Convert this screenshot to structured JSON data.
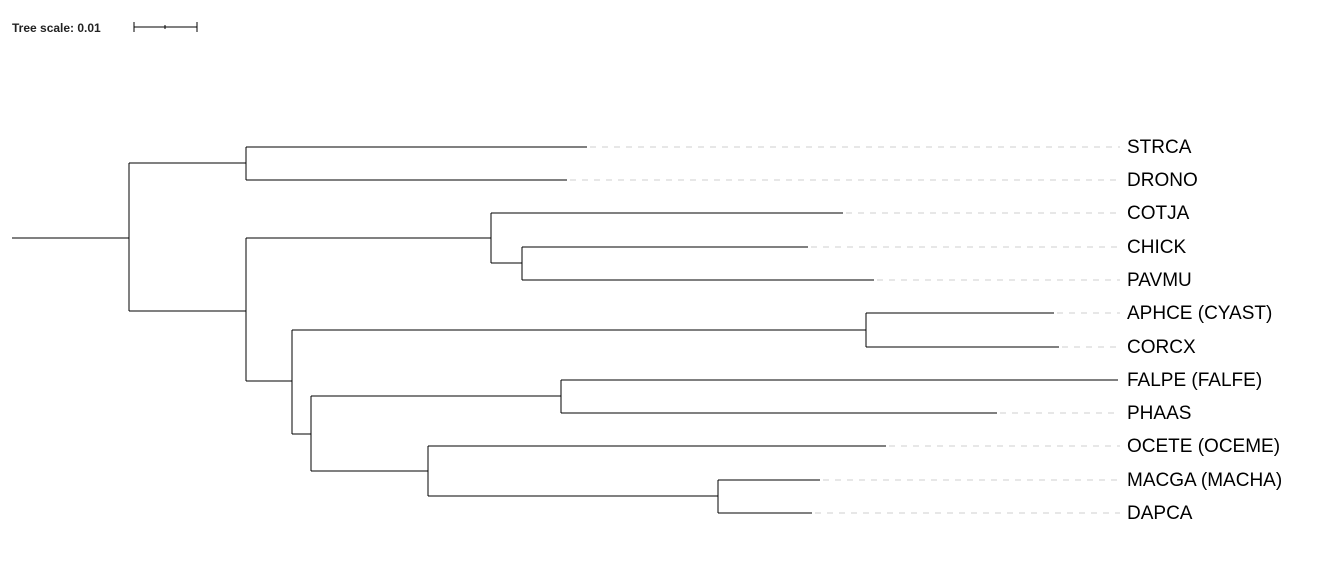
{
  "scale": {
    "label": "Tree scale: 0.01"
  },
  "leaves": [
    {
      "id": "strca",
      "label": "STRCA"
    },
    {
      "id": "drono",
      "label": "DRONO"
    },
    {
      "id": "cotja",
      "label": "COTJA"
    },
    {
      "id": "chick",
      "label": "CHICK"
    },
    {
      "id": "pavmu",
      "label": "PAVMU"
    },
    {
      "id": "aphce",
      "label": "APHCE (CYAST)"
    },
    {
      "id": "corcx",
      "label": "CORCX"
    },
    {
      "id": "falpe",
      "label": "FALPE (FALFE)"
    },
    {
      "id": "phaas",
      "label": "PHAAS"
    },
    {
      "id": "ocete",
      "label": "OCETE (OCEME)"
    },
    {
      "id": "macga",
      "label": "MACGA (MACHA)"
    },
    {
      "id": "dapca",
      "label": "DAPCA"
    }
  ],
  "colors": {
    "branch": "#000000",
    "guide": "#cfcfcf"
  }
}
